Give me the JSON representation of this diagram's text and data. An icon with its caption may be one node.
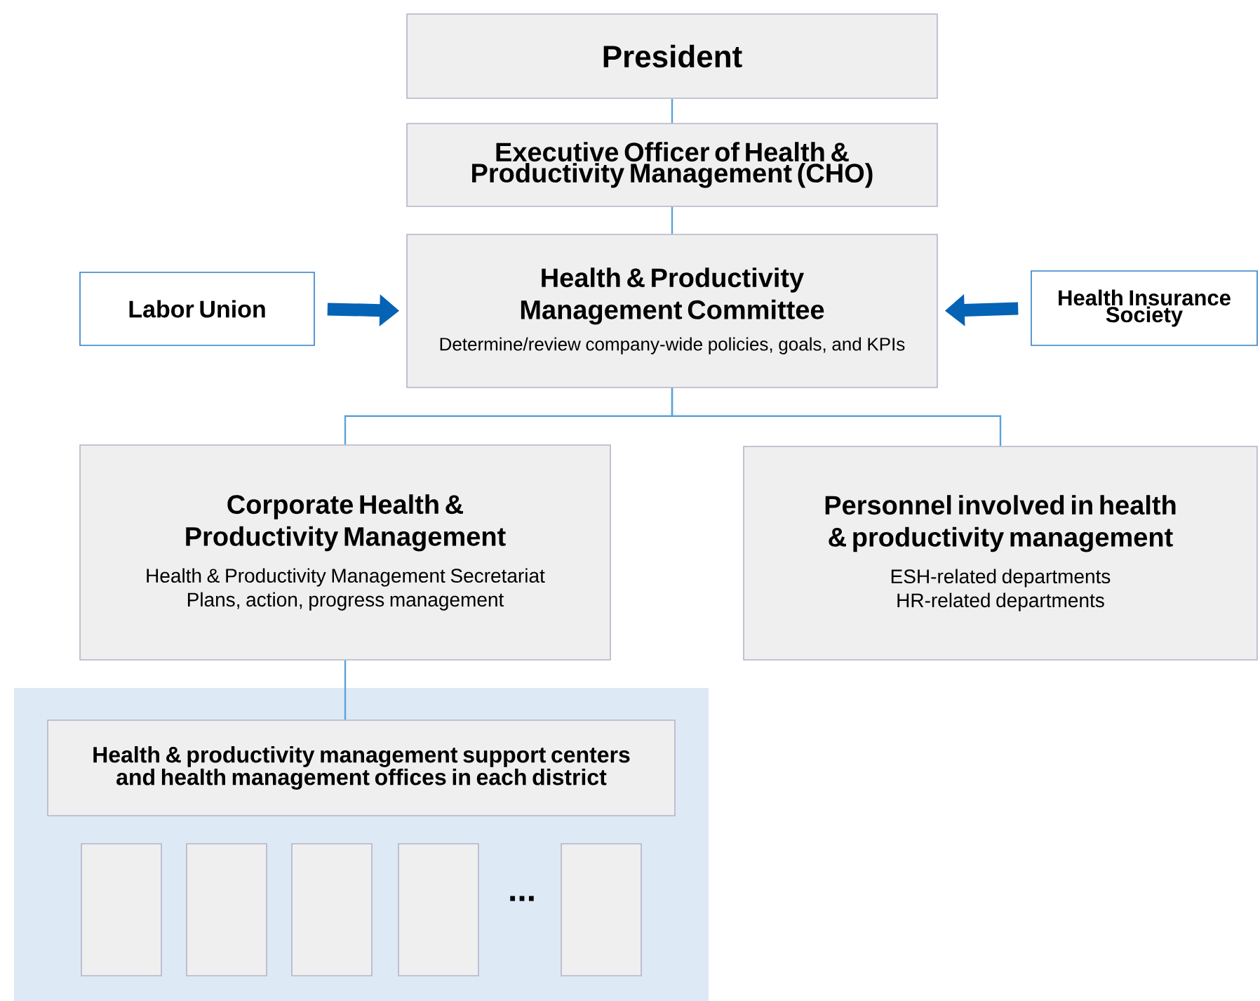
{
  "diagram": {
    "nodes": [
      {
        "text": [
          "President"
        ]
      },
      {
        "text": [
          "Executive Officer of Health & Productivity Management (CHO)"
        ]
      },
      {
        "text": [
          "Health & Productivity Management Committee",
          "Determine/review company-wide policies, goals, and KPIs"
        ]
      },
      {
        "text": [
          "Labor Union"
        ]
      },
      {
        "text": [
          "Health Insurance Society"
        ]
      },
      {
        "text": [
          "Corporate Health & Productivity Management",
          "Health & Productivity Management Secretariat",
          "Plans, action, progress management"
        ]
      },
      {
        "text": [
          "Personnel involved in health & productivity management",
          "ESH-related departments",
          "HR-related departments"
        ]
      },
      {
        "text": [],
        "shape": "box"
      },
      {
        "text": [
          "Health & productivity management support centers and health management offices in each district"
        ],
        "in": 7
      },
      {
        "text": [],
        "shape": "box",
        "in": 7
      },
      {
        "text": [],
        "shape": "box",
        "in": 7
      },
      {
        "text": [],
        "shape": "box",
        "in": 7
      },
      {
        "text": [],
        "shape": "box",
        "in": 7
      },
      {
        "text": [],
        "shape": "box",
        "in": 7
      }
    ],
    "edges": [
      {
        "from": 0,
        "to": 1,
        "arrow": "none"
      },
      {
        "from": 1,
        "to": 2,
        "arrow": "none"
      },
      {
        "from": 3,
        "to": 2,
        "arrow": "to",
        "style": "thick",
        "color": "#0563b5"
      },
      {
        "from": 4,
        "to": 2,
        "arrow": "to",
        "style": "thick",
        "color": "#0563b5"
      },
      {
        "from": 2,
        "to": 5,
        "arrow": "none"
      },
      {
        "from": 2,
        "to": 6,
        "arrow": "none"
      },
      {
        "from": 5,
        "to": 8,
        "arrow": "none"
      }
    ],
    "labels": [
      "..."
    ]
  }
}
